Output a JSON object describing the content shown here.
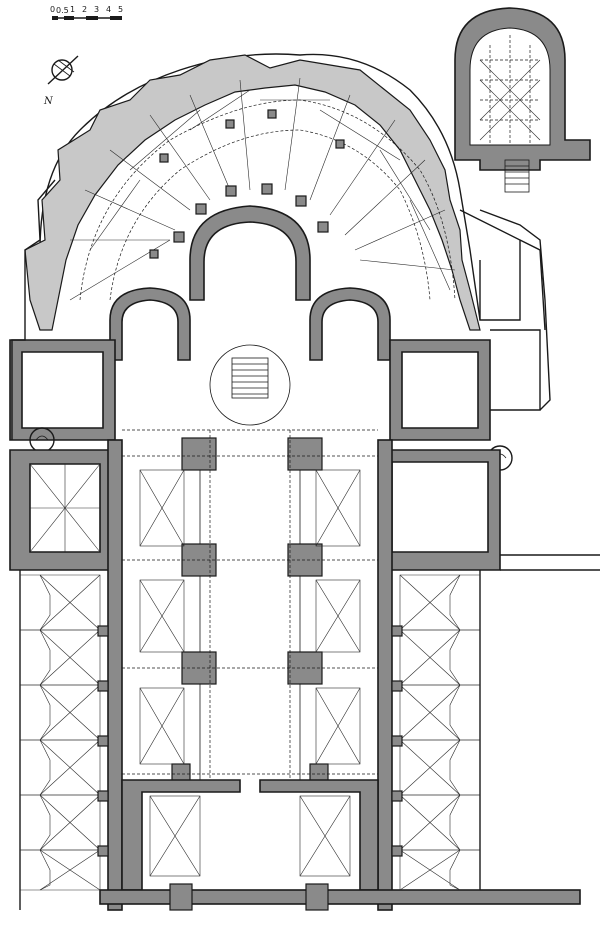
{
  "scale_bar": {
    "labels": [
      "0",
      "0.5",
      "1",
      "2",
      "3",
      "4",
      "5"
    ]
  },
  "north_arrow": {
    "label": "N"
  },
  "colors": {
    "wall_fill": "#8a8a8a",
    "line": "#1a1a1a",
    "paper": "#ffffff"
  }
}
